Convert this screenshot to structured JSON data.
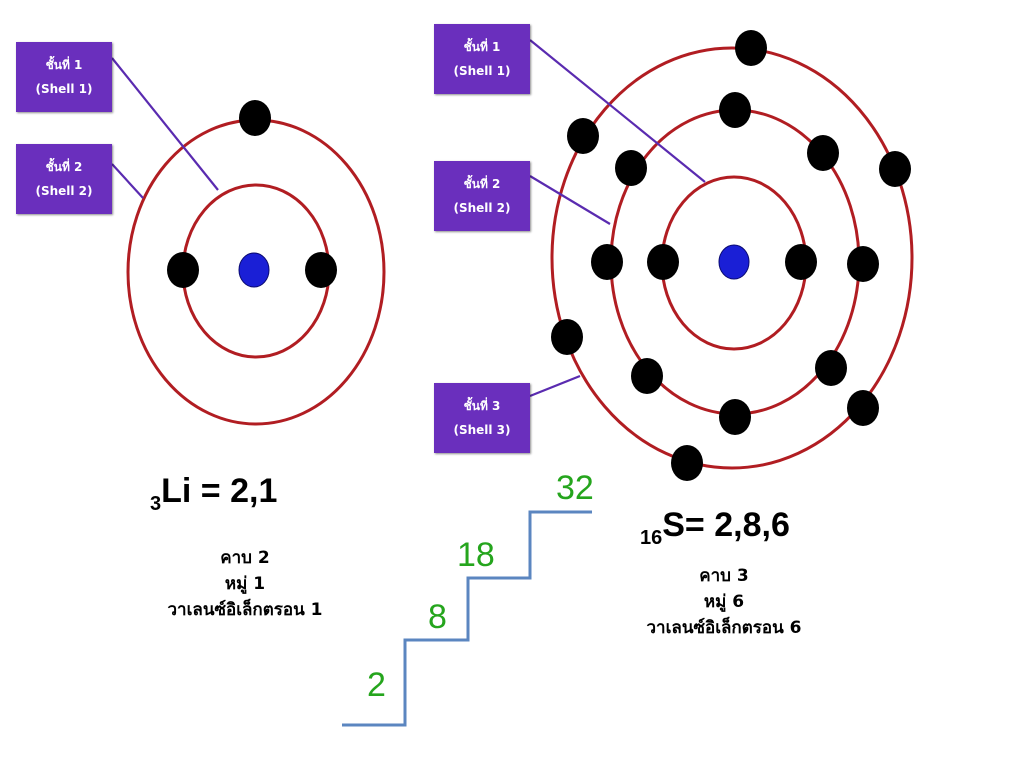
{
  "colors": {
    "orbit": "#b11d22",
    "electron": "#000000",
    "nucleus": "#1a1fd6",
    "label_bg": "#6a2fbd",
    "leader_line": "#5a2bb0",
    "staircase": "#5b86c0",
    "step_number": "#25a51d"
  },
  "lithium": {
    "labels": [
      {
        "thai": "ชั้นที่ 1",
        "english": "(Shell 1)"
      },
      {
        "thai": "ชั้นที่ 2",
        "english": "(Shell 2)"
      }
    ],
    "atomic_number": "3",
    "symbol_config": "Li = 2,1",
    "period_text": "คาบ  2",
    "group_text": "หมู่    1",
    "valence_text": "วาเลนซ์อิเล็กตรอน  1",
    "electrons_per_shell": [
      2,
      1
    ]
  },
  "sulfur": {
    "labels": [
      {
        "thai": "ชั้นที่ 1",
        "english": "(Shell 1)"
      },
      {
        "thai": "ชั้นที่ 2",
        "english": "(Shell 2)"
      },
      {
        "thai": "ชั้นที่ 3",
        "english": "(Shell 3)"
      }
    ],
    "atomic_number": "16",
    "symbol_config": "S= 2,8,6",
    "period_text": "คาบ  3",
    "group_text": "หมู่    6",
    "valence_text": "วาเลนซ์อิเล็กตรอน  6",
    "electrons_per_shell": [
      2,
      8,
      6
    ]
  },
  "staircase": {
    "steps": [
      "2",
      "8",
      "18",
      "32"
    ]
  }
}
